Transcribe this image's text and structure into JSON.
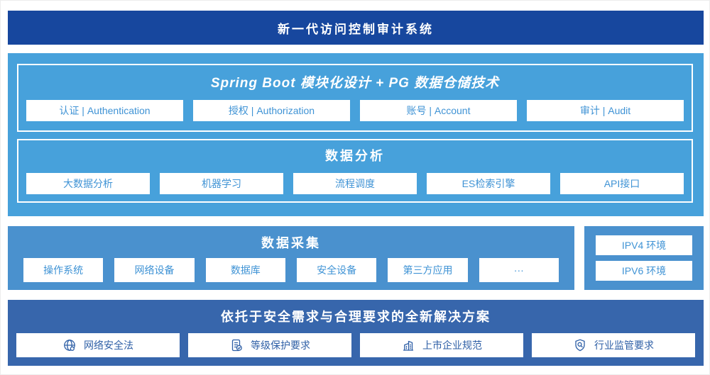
{
  "banner": {
    "title": "新一代访问控制审计系统"
  },
  "platform": {
    "springboot": {
      "title": "Spring Boot 模块化设计 + PG 数据仓储技术",
      "modules": [
        {
          "label": "认证 | Authentication"
        },
        {
          "label": "授权 | Authorization"
        },
        {
          "label": "账号 | Account"
        },
        {
          "label": "审计 | Audit"
        }
      ]
    },
    "analysis": {
      "title": "数据分析",
      "modules": [
        {
          "label": "大数据分析"
        },
        {
          "label": "机器学习"
        },
        {
          "label": "流程调度"
        },
        {
          "label": "ES检索引擎"
        },
        {
          "label": "API接口"
        }
      ]
    }
  },
  "collection": {
    "title": "数据采集",
    "modules": [
      {
        "label": "操作系统"
      },
      {
        "label": "网络设备"
      },
      {
        "label": "数据库"
      },
      {
        "label": "安全设备"
      },
      {
        "label": "第三方应用"
      },
      {
        "label": "···"
      }
    ]
  },
  "network": {
    "items": [
      {
        "label": "IPV4 环境"
      },
      {
        "label": "IPV6 环境"
      }
    ]
  },
  "solution": {
    "title": "依托于安全需求与合理要求的全新解决方案",
    "items": [
      {
        "icon": "globe-icon",
        "label": "网络安全法"
      },
      {
        "icon": "checklist-icon",
        "label": "等级保护要求"
      },
      {
        "icon": "building-icon",
        "label": "上市企业规范"
      },
      {
        "icon": "shield-search-icon",
        "label": "行业监管要求"
      }
    ]
  },
  "colors": {
    "banner_bg": "#17479E",
    "platform_bg": "#47A1DB",
    "collection_bg": "#4A91CE",
    "solution_bg": "#3766AC",
    "light_box_text": "#3F93D5",
    "solution_box_text": "#2E5FA6"
  }
}
